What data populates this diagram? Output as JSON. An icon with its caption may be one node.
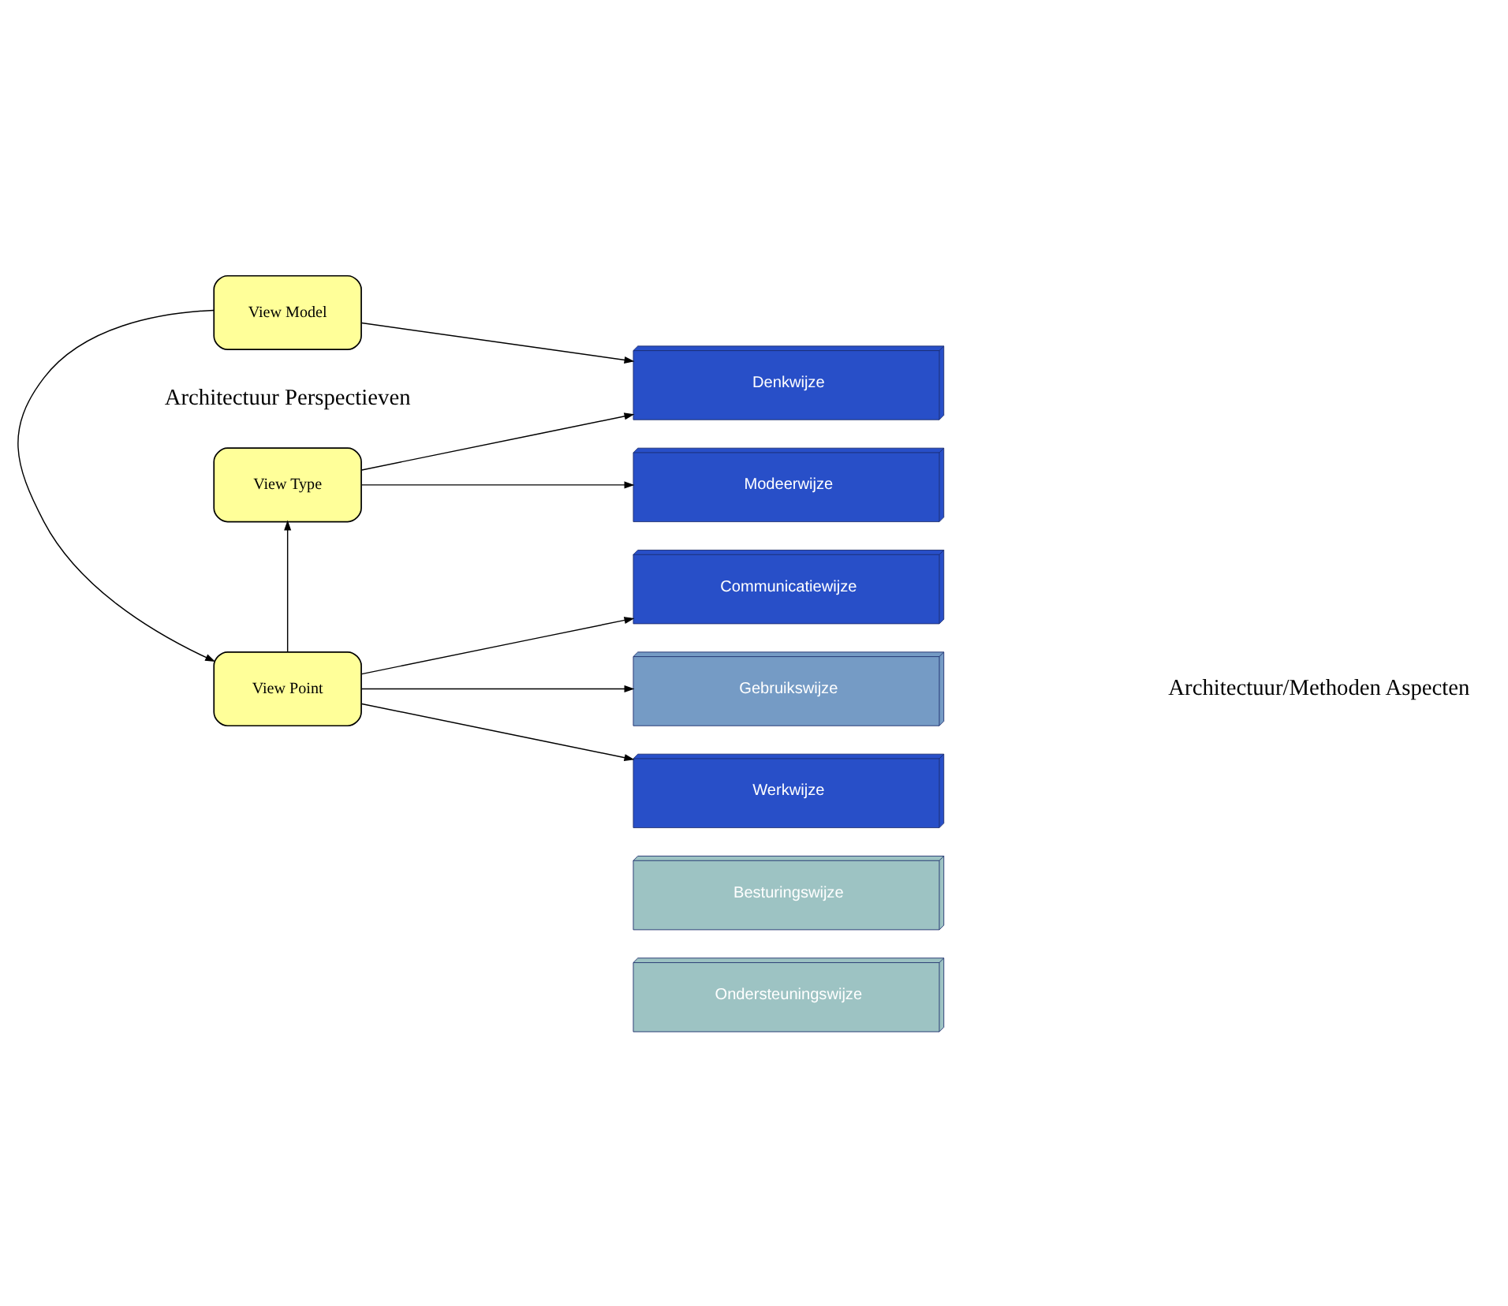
{
  "diagram": {
    "nodes": [
      {
        "text": [
          "View Type"
        ]
      },
      {
        "text": [
          "View Point"
        ]
      },
      {
        "text": [
          "View Model"
        ]
      },
      {
        "text": [
          "Denkwijze"
        ]
      },
      {
        "text": [
          "Modeerwijze"
        ]
      },
      {
        "text": [
          "Communicatiewijze"
        ]
      },
      {
        "text": [
          "Gebruikswijze"
        ]
      },
      {
        "text": [
          "Werkwijze"
        ]
      },
      {
        "text": [
          "Besturingswijze"
        ]
      },
      {
        "text": [
          "Ondersteuningswijze"
        ]
      }
    ],
    "edges": [
      {
        "from": 0,
        "to": 3,
        "arrow": "to"
      },
      {
        "from": 0,
        "to": 4,
        "arrow": "to"
      },
      {
        "from": 1,
        "to": 0,
        "arrow": "to"
      },
      {
        "from": 1,
        "to": 5,
        "arrow": "to"
      },
      {
        "from": 1,
        "to": 6,
        "arrow": "to"
      },
      {
        "from": 1,
        "to": 7,
        "arrow": "to"
      },
      {
        "from": 2,
        "to": 1,
        "arrow": "to"
      },
      {
        "from": 2,
        "to": 3,
        "arrow": "to"
      }
    ],
    "labels": [
      "Architectuur Perspectieven",
      "Architectuur/Methoden Aspecten"
    ]
  }
}
